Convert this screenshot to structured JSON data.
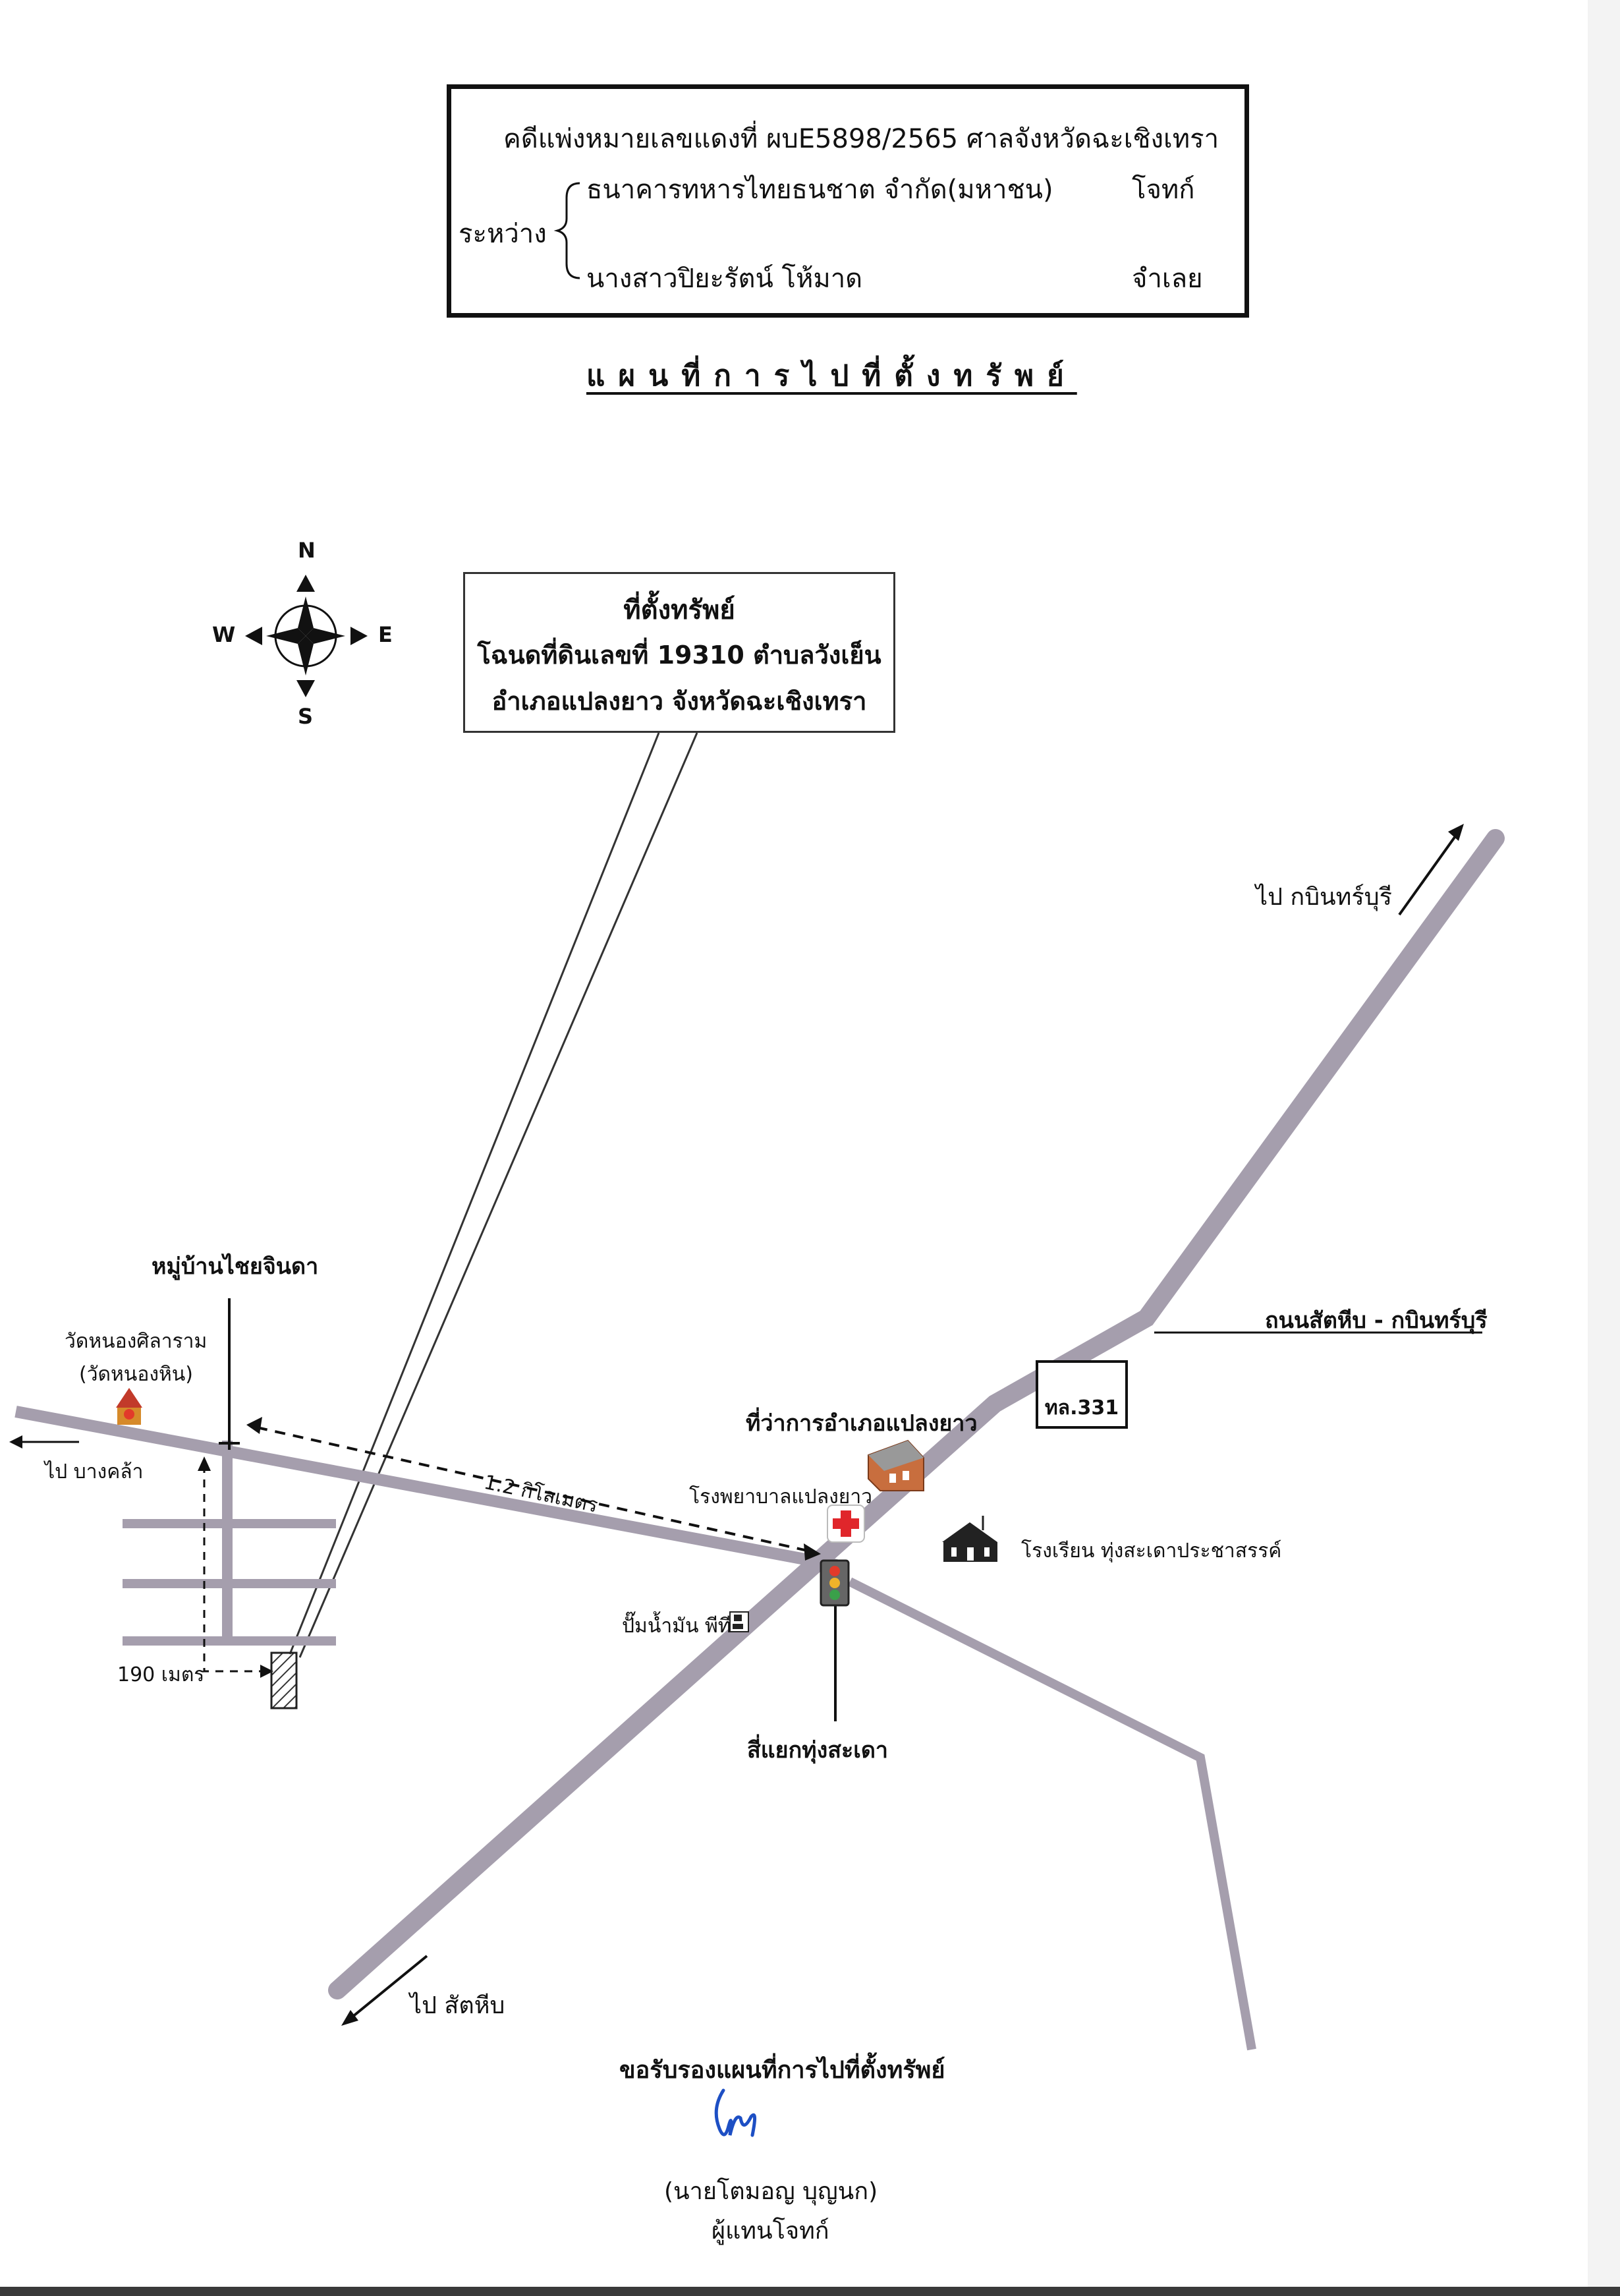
{
  "case": {
    "line1": "คดีแพ่งหมายเลขแดงที่  ผบE5898/2565   ศาลจังหวัดฉะเชิงเทรา",
    "between_label": "ระหว่าง",
    "plaintiff_name": "ธนาคารทหารไทยธนชาต จำกัด(มหาชน)",
    "plaintiff_role": "โจทก์",
    "defendant_name": "นางสาวปิยะรัตน์  โห้มาด",
    "defendant_role": "จำเลย"
  },
  "map_title": "แผนที่การไปที่ตั้งทรัพย์",
  "compass": {
    "north": "N",
    "south": "S",
    "east": "E",
    "west": "W"
  },
  "property_callout": {
    "title": "ที่ตั้งทรัพย์",
    "line2": "โฉนดที่ดินเลขที่ 19310 ตำบลวังเย็น",
    "line3": "อำเภอแปลงยาว  จังหวัดฉะเชิงเทรา"
  },
  "labels": {
    "to_kabin": "ไป กบินทร์บุรี",
    "road_name": "ถนนสัตหีบ - กบินทร์บุรี",
    "road_sign": "ทล.331",
    "village": "หมู่บ้านไชยจินดา",
    "temple_line1": "วัดหนองศิลาราม",
    "temple_line2": "(วัดหนองหิน)",
    "to_bangkhla": "ไป บางคล้า",
    "district_office": "ที่ว่าการอำเภอแปลงยาว",
    "hospital": "โรงพยาบาลแปลงยาว",
    "distance_main": "1.2 กิโลเมตร",
    "school": "โรงเรียน ทุ่งสะเดาประชาสรรค์",
    "gas_station": "ปั๊มน้ำมัน พีที",
    "distance_side": "190 เมตร",
    "intersection": "สี่แยกทุ่งสะเดา",
    "to_sattahip": "ไป สัตหีบ"
  },
  "footer": {
    "certify": "ขอรับรองแผนที่การไปที่ตั้งทรัพย์",
    "signer_name": "(นายโตมอญ   บุญนก)",
    "signer_role": "ผู้แทนโจทก์"
  },
  "colors": {
    "road": "#a59ead",
    "signature": "#1d4fc4",
    "hospital_cross": "#e0262b",
    "building": "#c86e3e"
  },
  "icons": [
    "compass-rose-icon",
    "temple-icon",
    "district-office-building-icon",
    "hospital-cross-icon",
    "school-building-icon",
    "traffic-light-icon",
    "gas-pump-icon",
    "garuda-emblem-icon",
    "property-plot-marker-icon"
  ]
}
